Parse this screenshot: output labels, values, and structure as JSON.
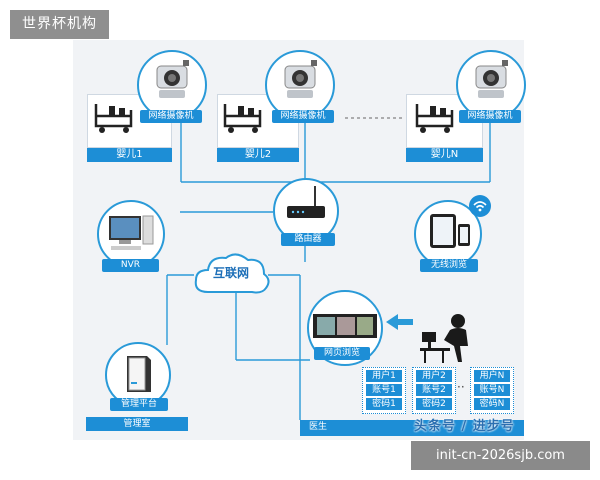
{
  "site_tag": "世界杯机构",
  "url_text": "init-cn-2026sjb.com",
  "cameras": [
    {
      "label": "网络摄像机",
      "baby": "婴儿1"
    },
    {
      "label": "网络摄像机",
      "baby": "婴儿2"
    },
    {
      "label": "网络摄像机",
      "baby": "婴儿N"
    }
  ],
  "router_label": "路由器",
  "nvr_label": "NVR",
  "internet_label": "互联网",
  "mobile_label": "无线浏览",
  "web_label": "网页浏览",
  "platform_label": "管理平台",
  "room_label": "管理室",
  "credentials": [
    {
      "user": "用户1",
      "account": "账号1",
      "password": "密码1"
    },
    {
      "user": "用户2",
      "account": "账号2",
      "password": "密码2"
    },
    {
      "user": "用户N",
      "account": "账号N",
      "password": "密码N"
    }
  ],
  "footer_text": "医生",
  "watermark": "头条号 / 进步号",
  "colors": {
    "accent": "#1d8ed6",
    "line": "#2a9ad8",
    "background": "#f1f3f6"
  }
}
